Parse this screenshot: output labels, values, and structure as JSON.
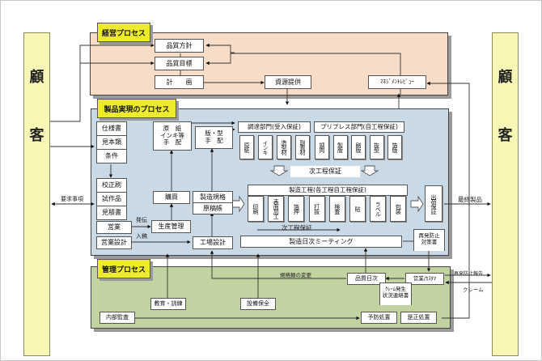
{
  "customer": {
    "left": [
      "顧",
      "客"
    ],
    "right": [
      "顧",
      "客"
    ]
  },
  "management": {
    "title": "経営プロセス",
    "quality_policy": "品質方針",
    "quality_objectives": "品質目標",
    "plan": "計　　画",
    "resource_provision": "資源提供",
    "management_review": "ﾏﾈｼﾞﾒﾝﾄﾚﾋﾞｭｰ"
  },
  "product_realization": {
    "title": "製品実現のプロセス",
    "spec_group": [
      "仕様書",
      "見本類",
      "条件"
    ],
    "proof_group": [
      "校正刷",
      "試作品",
      "見積書"
    ],
    "sales": "営業",
    "sales_design": "営業設計",
    "materials_arrangement": "原　紙\nインキ等\n手　配",
    "plate_die_arrangement": "版・型\n手　配",
    "purchasing": "購買",
    "mfg_standard_group": [
      "製造規格",
      "原稿帳"
    ],
    "production_control": "生産管理",
    "plant_design": "工場設計",
    "label_order": "発伝",
    "label_receipt": "入稿",
    "procurement": {
      "title": "調達部門(受入保証)",
      "items": [
        "原紙",
        "インキ",
        "造型材",
        "副資材"
      ]
    },
    "prepress": {
      "title": "プリプレス部門(自工程保証)",
      "items": [
        "調肉",
        "製版",
        "刷版",
        "抜型",
        "箔版"
      ]
    },
    "next_process_assurance": "次工程保証",
    "manufacturing": {
      "title": "製造工程(各工程自工程保証)",
      "items": [
        "印刷",
        "表面加工",
        "箔押",
        "打抜",
        "検査",
        "貼",
        "ラベル",
        "包装"
      ]
    },
    "next_process_assurance_2": "次工程保証",
    "shipping_assurance": "出荷保証",
    "daily_meeting": "製造日次ミーティング",
    "recurrence_prevention_doc": "再発防止\n対策書"
  },
  "control": {
    "title": "管理プロセス",
    "education_training": "教育・訓練",
    "equipment_maintenance": "設備保全",
    "internal_audit": "内部監査",
    "quality_daily": "品質日次",
    "sales_customer": "営業/ｶｽﾀﾏ",
    "complaint_report_doc": "ｸﾚｰﾑ発生\n状況連絡書",
    "preventive_action": "予防処置",
    "corrective_action": "是正処置",
    "spec_change_label": "規格類の変更"
  },
  "flows": {
    "requirements": "要求事項",
    "final_product": "最終製品",
    "recurrence_report": "再発防止報告",
    "complaint": "クレーム"
  }
}
